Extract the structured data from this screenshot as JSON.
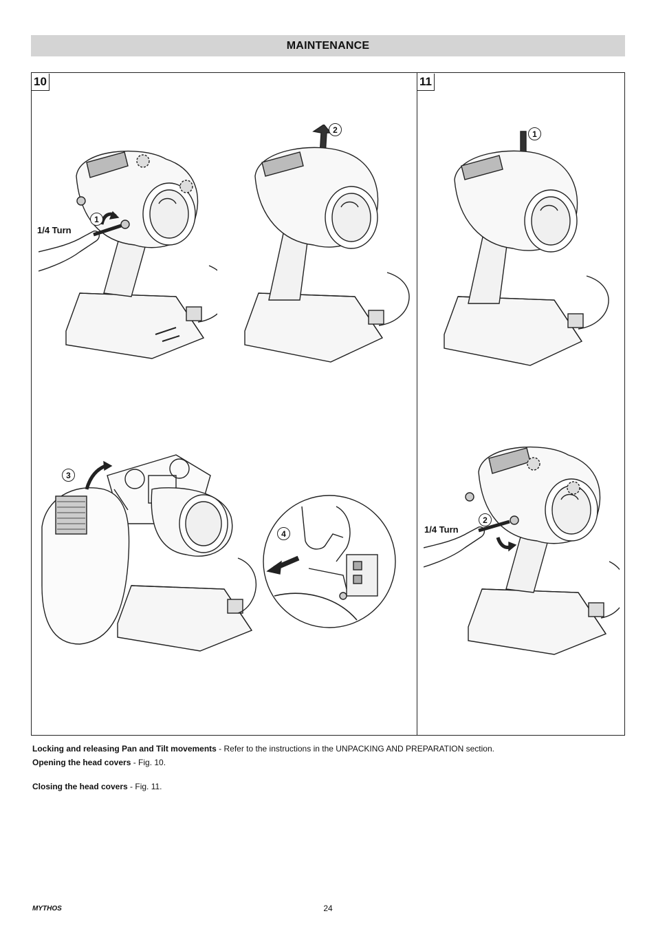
{
  "header": {
    "title": "MAINTENANCE"
  },
  "figures": {
    "fig10": {
      "number": "10",
      "turn_label": "1/4 Turn",
      "steps": [
        "1",
        "2",
        "3",
        "4"
      ]
    },
    "fig11": {
      "number": "11",
      "turn_label": "1/4 Turn",
      "steps": [
        "1",
        "2"
      ]
    }
  },
  "captions": {
    "locking": {
      "bold": "Locking and releasing Pan and Tilt movements",
      "rest": " - Refer to the instructions in the UNPACKING AND PREPARATION section."
    },
    "opening": {
      "bold": "Opening the head covers",
      "rest": " - Fig. 10."
    },
    "closing": {
      "bold": "Closing the head covers",
      "rest": " - Fig. 11."
    }
  },
  "footer": {
    "brand": "MYTHOS",
    "page": "24"
  }
}
